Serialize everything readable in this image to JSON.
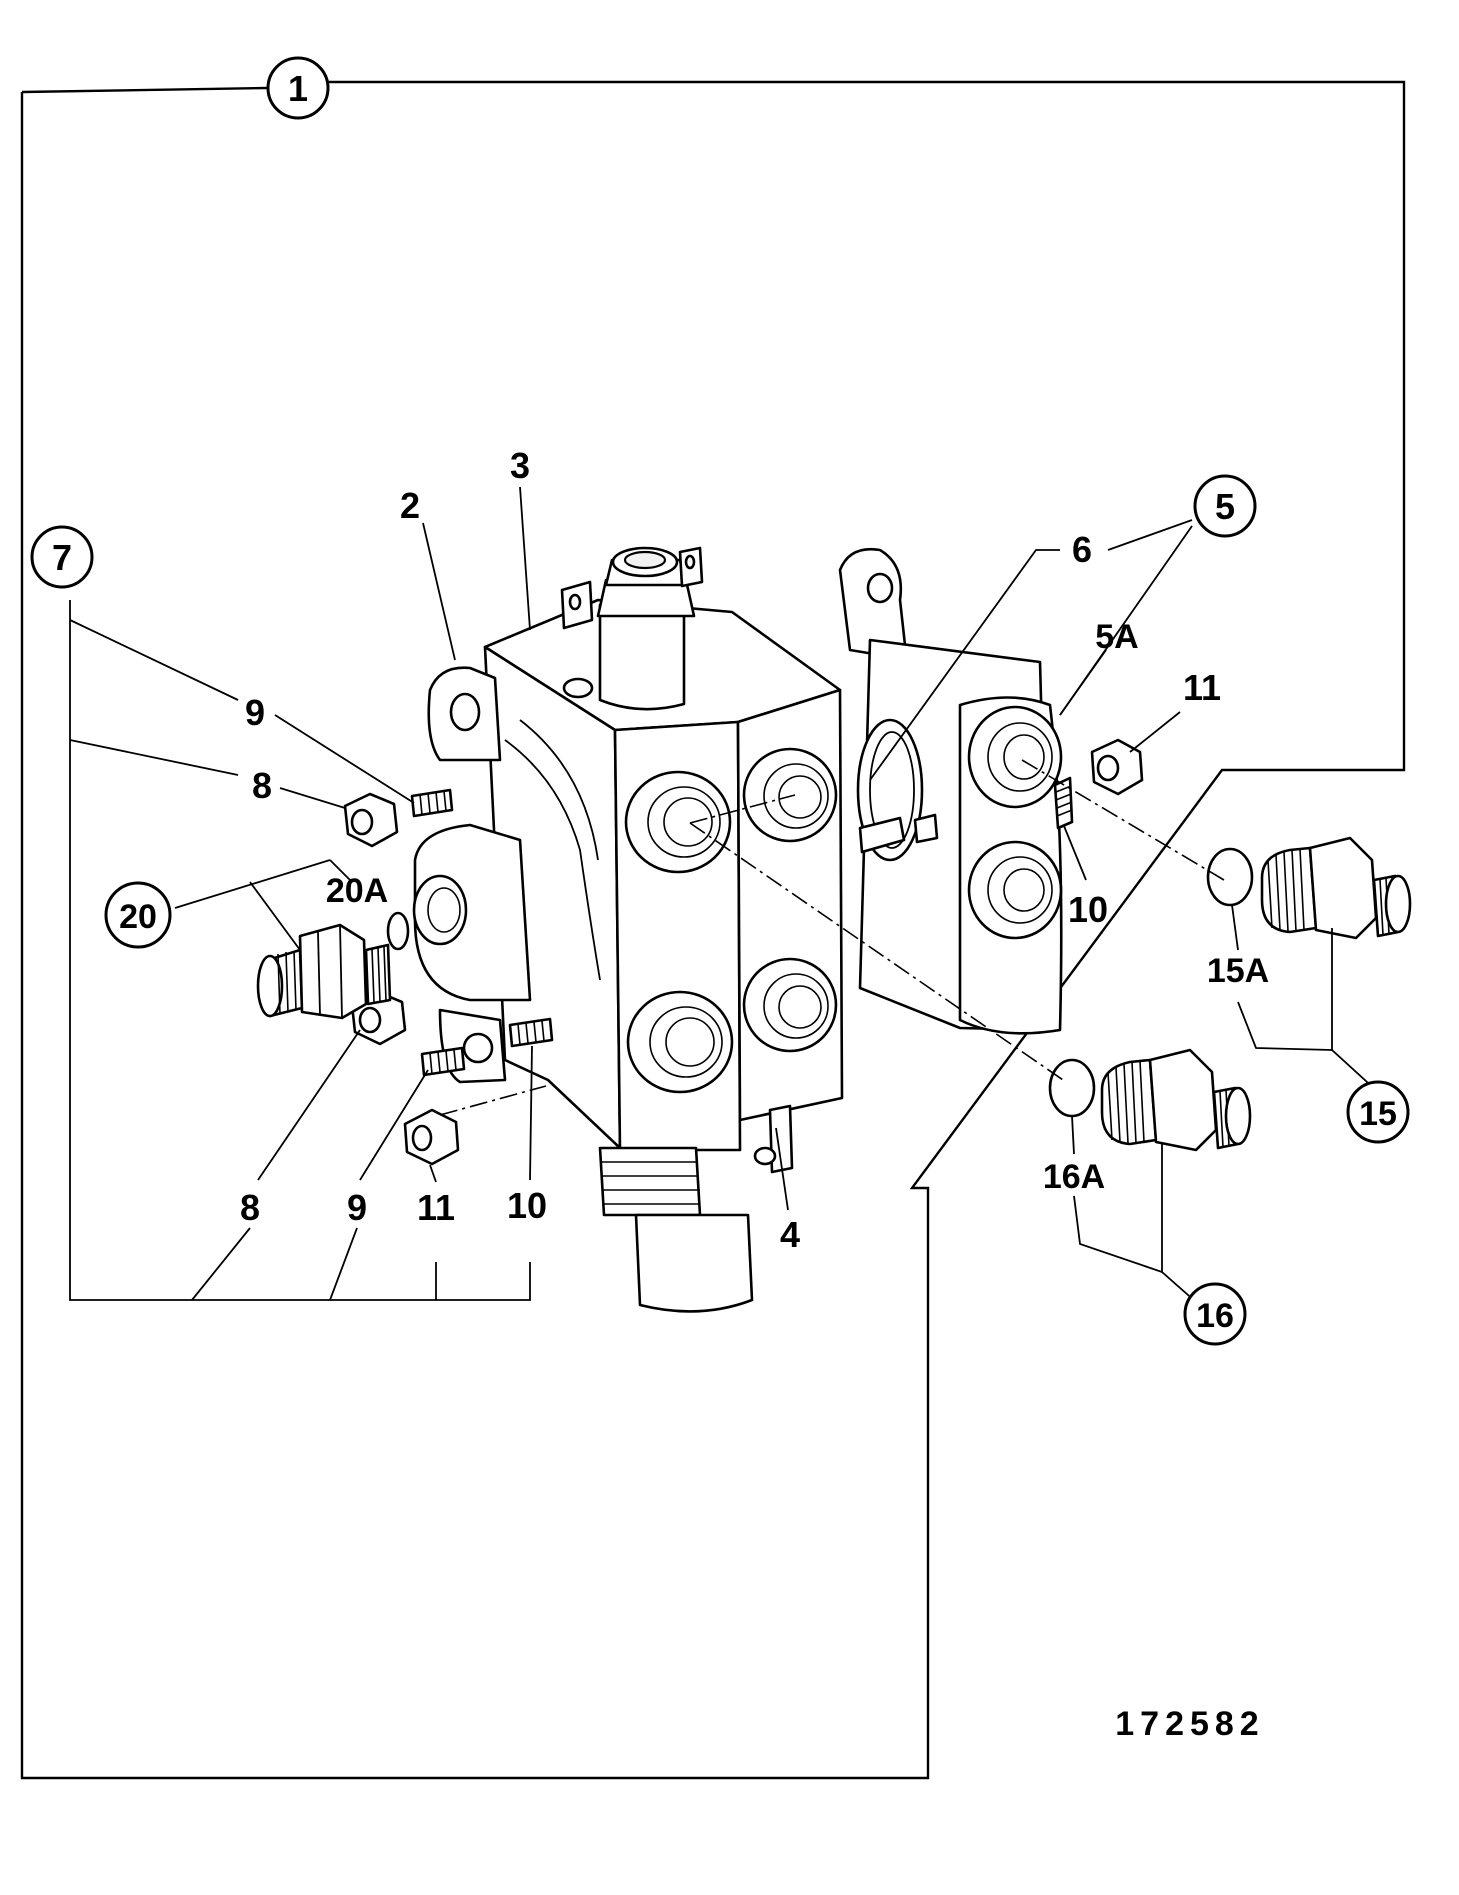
{
  "drawing": {
    "number": "172582",
    "callouts": {
      "c1": "1",
      "c2": "2",
      "c3": "3",
      "c4": "4",
      "c5": "5",
      "c5a": "5A",
      "c6": "6",
      "c7": "7",
      "c8a": "8",
      "c8b": "8",
      "c9a": "9",
      "c9b": "9",
      "c10a": "10",
      "c10b": "10",
      "c11a": "11",
      "c11b": "11",
      "c15": "15",
      "c15a": "15A",
      "c16": "16",
      "c16a": "16A",
      "c20": "20",
      "c20a": "20A"
    }
  }
}
